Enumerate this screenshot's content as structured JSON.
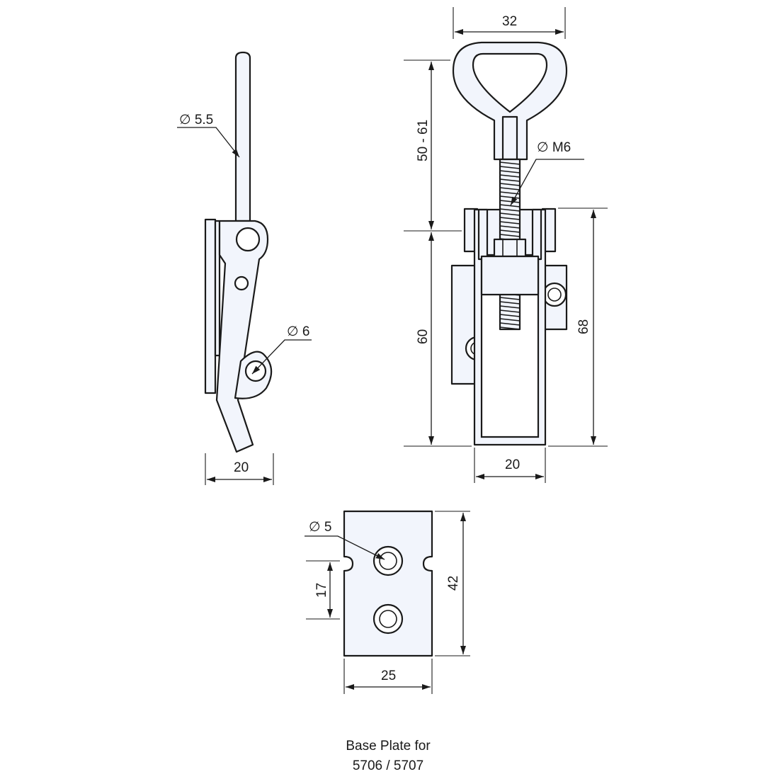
{
  "side_view": {
    "rod_diameter": "∅ 5.5",
    "hole_diameter": "∅ 6",
    "width": "20"
  },
  "front_view": {
    "loop_width": "32",
    "thread": "∅ M6",
    "adjust_range": "50 - 61",
    "body_height": "60",
    "overall_height": "68",
    "width": "20"
  },
  "base_plate": {
    "hole_diameter": "∅ 5",
    "hole_spacing": "17",
    "height": "42",
    "width": "25",
    "caption_line1": "Base Plate for",
    "caption_line2": "5706 / 5707"
  }
}
